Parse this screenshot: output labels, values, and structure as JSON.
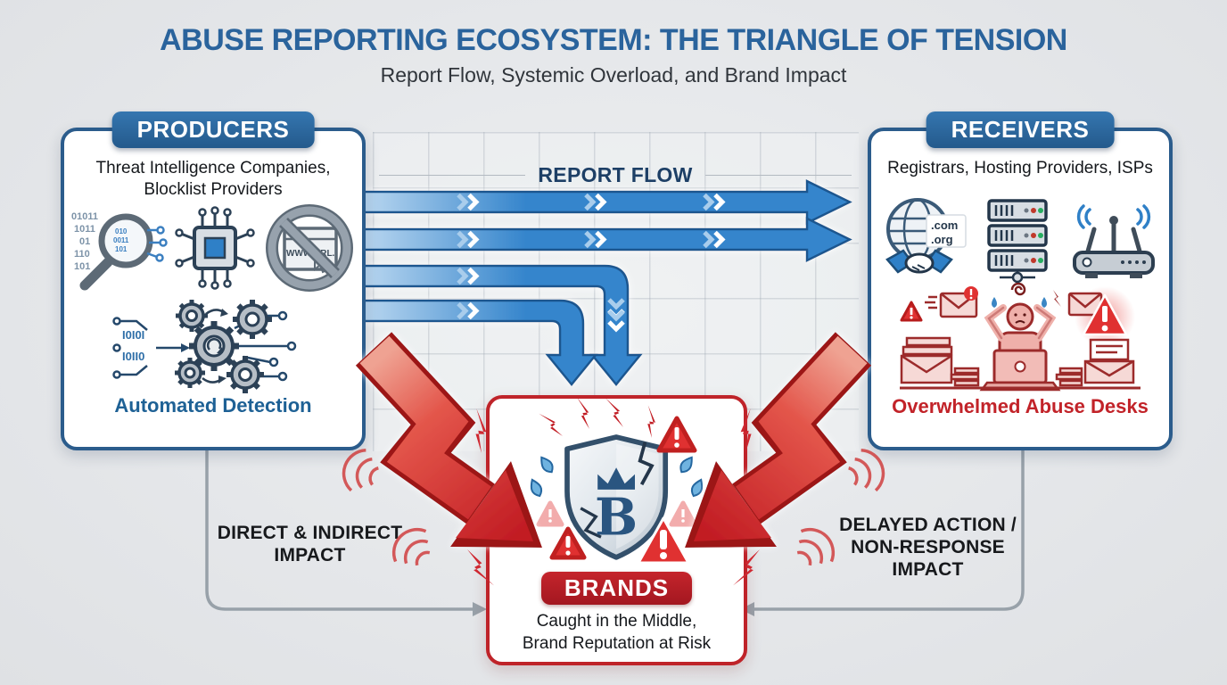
{
  "header": {
    "title": "ABUSE REPORTING ECOSYSTEM: THE TRIANGLE OF TENSION",
    "subtitle": "Report Flow, Systemic Overload, and Brand Impact"
  },
  "flow": {
    "label": "REPORT FLOW"
  },
  "producers": {
    "header": "PRODUCERS",
    "desc_line1": "Threat Intelligence Companies,",
    "desc_line2": "Blocklist Providers",
    "caption": "Automated Detection",
    "icons": [
      "magnifier-binary",
      "circuit-chip",
      "blocked-url",
      "automation-gears"
    ],
    "binary_column": [
      "01011",
      "1011",
      "01",
      "110",
      "101"
    ],
    "gear_binary": [
      "I0I0I",
      "I0II0"
    ],
    "blocked_url_text_left": "WWW",
    "blocked_url_text_right": "URL."
  },
  "receivers": {
    "header": "RECEIVERS",
    "desc": "Registrars, Hosting Providers, ISPs",
    "caption": "Overwhelmed Abuse Desks",
    "icons": [
      "globe-domains",
      "server-rack",
      "wifi-router",
      "overwhelmed-desk"
    ],
    "domain_1": ".com",
    "domain_2": ".org"
  },
  "brands": {
    "badge": "BRANDS",
    "caption_line1": "Caught in the Middle,",
    "caption_line2": "Brand Reputation at Risk",
    "shield_letter": "B"
  },
  "impacts": {
    "left_line1": "DIRECT & INDIRECT",
    "left_line2": "IMPACT",
    "right_line1": "DELAYED ACTION /",
    "right_line2": "NON-RESPONSE",
    "right_line3": "IMPACT"
  },
  "colors": {
    "title_blue": "#2a639c",
    "box_border_blue": "#2b5c8c",
    "badge_blue": "#2d6ba5",
    "arrow_blue": "#3585cc",
    "alert_red": "#c42127",
    "badge_red": "#b3202a",
    "caption_blue": "#1e6195",
    "background": "#e4e6e9"
  }
}
